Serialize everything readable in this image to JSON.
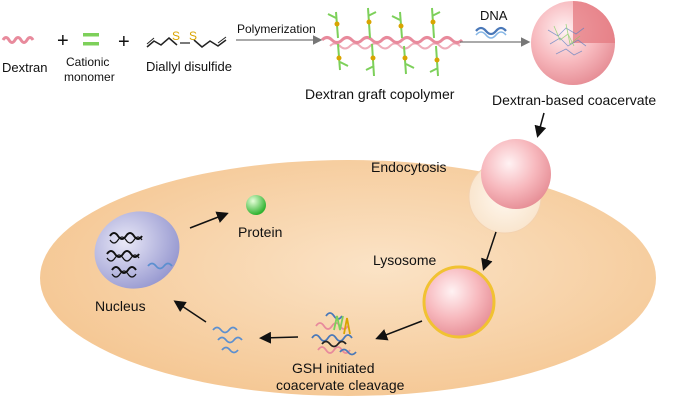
{
  "reactants": {
    "dextran": "Dextran",
    "cationic_line1": "Cationic",
    "cationic_line2": "monomer",
    "diallyl": "Diallyl disulfide",
    "plus": "+",
    "sulfur": "S"
  },
  "steps": {
    "polymerization": "Polymerization",
    "dna": "DNA",
    "copolymer": "Dextran graft copolymer",
    "coacervate": "Dextran-based coacervate",
    "endocytosis": "Endocytosis",
    "lysosome": "Lysosome",
    "gsh_line1": "GSH initiated",
    "gsh_line2": "coacervate cleavage",
    "nucleus": "Nucleus",
    "protein": "Protein"
  },
  "colors": {
    "dextran": "#e88a9c",
    "cationic": "#7dd05a",
    "sulfur": "#d9a400",
    "dna": "#4a78b8",
    "cell": "#f8d4a6",
    "coacervate": "#f2a0a6",
    "lysosome_ring": "#f1c232",
    "nucleus": "#9c9ed6",
    "protein": "#3fc53f"
  }
}
